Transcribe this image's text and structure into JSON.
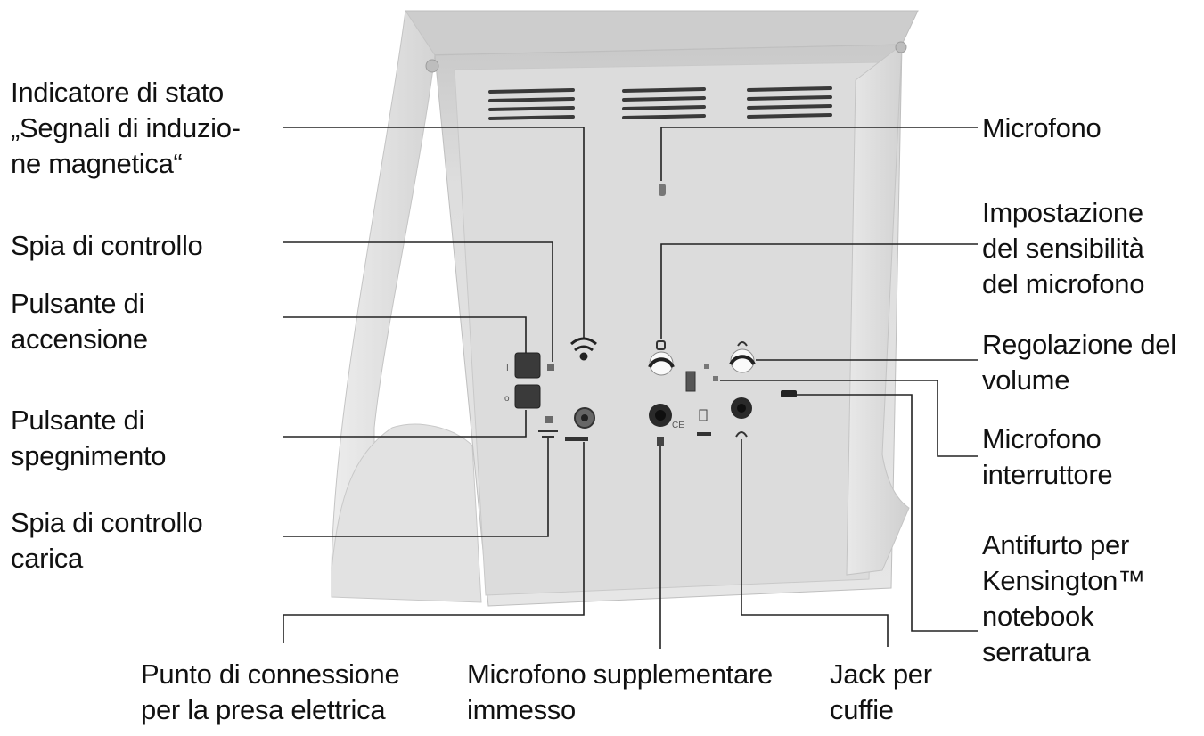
{
  "left_labels": {
    "induction_indicator": "Indicatore di stato\n„Segnali di induzio-\nne magnetica“",
    "control_lamp": "Spia di controllo",
    "power_on_button": "Pulsante di\naccensione",
    "power_off_button": "Pulsante di\nspegnimento",
    "charge_lamp": "Spia di controllo\ncarica"
  },
  "right_labels": {
    "microphone": "Microfono",
    "mic_sensitivity": "Impostazione\ndel sensibilità\ndel microfono",
    "volume": "Regolazione del\nvolume",
    "mic_switch": "Microfono\ninterruttore",
    "kensington": "Antifurto per\nKensington™\nnotebook\nserratura"
  },
  "bottom_labels": {
    "power_socket": "Punto di connessione\nper la presa elettrica",
    "extra_mic": "Microfono supplementare\nimmesso",
    "headphone_jack": "Jack per\ncuffie"
  },
  "colors": {
    "device_body": "#d9d9d9",
    "device_top": "#cfcfcf",
    "callout_line": "#222222"
  }
}
